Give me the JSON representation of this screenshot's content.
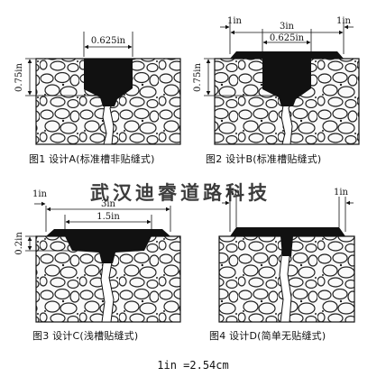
{
  "figures": [
    {
      "caption": "图1   设计A(标准槽非贴缝式)",
      "dims": {
        "groove_width": "0.625in",
        "groove_depth": "0.75in"
      }
    },
    {
      "caption": "图2   设计B(标准槽贴缝式)",
      "dims": {
        "overband_left": "1in",
        "overband_total": "3in",
        "groove_width": "0.625in",
        "overband_right": "1in",
        "groove_depth": "0.75in"
      }
    },
    {
      "caption": "图3   设计C(浅槽贴缝式)",
      "dims": {
        "overband_left": "1in",
        "overband_top": "3in",
        "groove_width": "1.5in",
        "groove_depth": "0.2in"
      }
    },
    {
      "caption": "图4   设计D(简单无贴缝式)",
      "dims": {
        "overband_left": "1in",
        "overband_right": "1in"
      }
    }
  ],
  "watermark": "武汉迪睿道路科技",
  "conversion": "1in =2.54cm"
}
